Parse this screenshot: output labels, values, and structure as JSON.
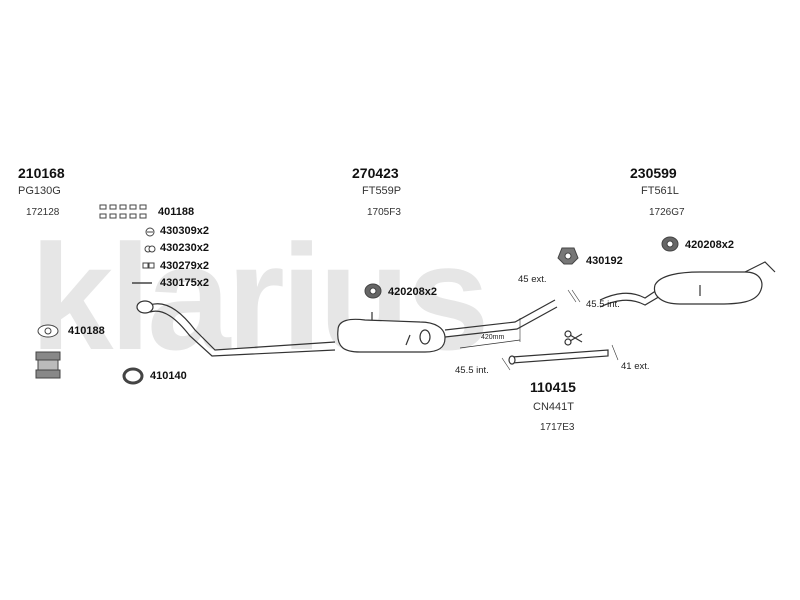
{
  "watermark": "klarius",
  "groups": {
    "front": {
      "part": "210168",
      "code": "PG130G",
      "ref": "172128"
    },
    "middle": {
      "part": "270423",
      "code": "FT559P",
      "ref": "1705F3"
    },
    "rear": {
      "part": "230599",
      "code": "FT561L",
      "ref": "1726G7"
    },
    "pipe": {
      "part": "110415",
      "code": "CN441T",
      "ref": "1717E3"
    }
  },
  "fittings": {
    "clamp_set": "401188",
    "bolt_x2": "430309x2",
    "spring_x2": "430230x2",
    "nut_x2": "430279x2",
    "stud_x2": "430175x2",
    "gasket_flange": "410188",
    "mount_block": "410140",
    "rubber_mount_front": "420208x2",
    "clamp_rear": "430192",
    "rubber_mount_rear": "420208x2"
  },
  "dimensions": {
    "ext_45": "45 ext.",
    "int_455_upper": "45.5 int.",
    "length_420": "420mm",
    "int_455_lower": "45.5 int.",
    "ext_41": "41 ext."
  },
  "colors": {
    "line": "#333333",
    "watermark": "#e6e6e6"
  }
}
